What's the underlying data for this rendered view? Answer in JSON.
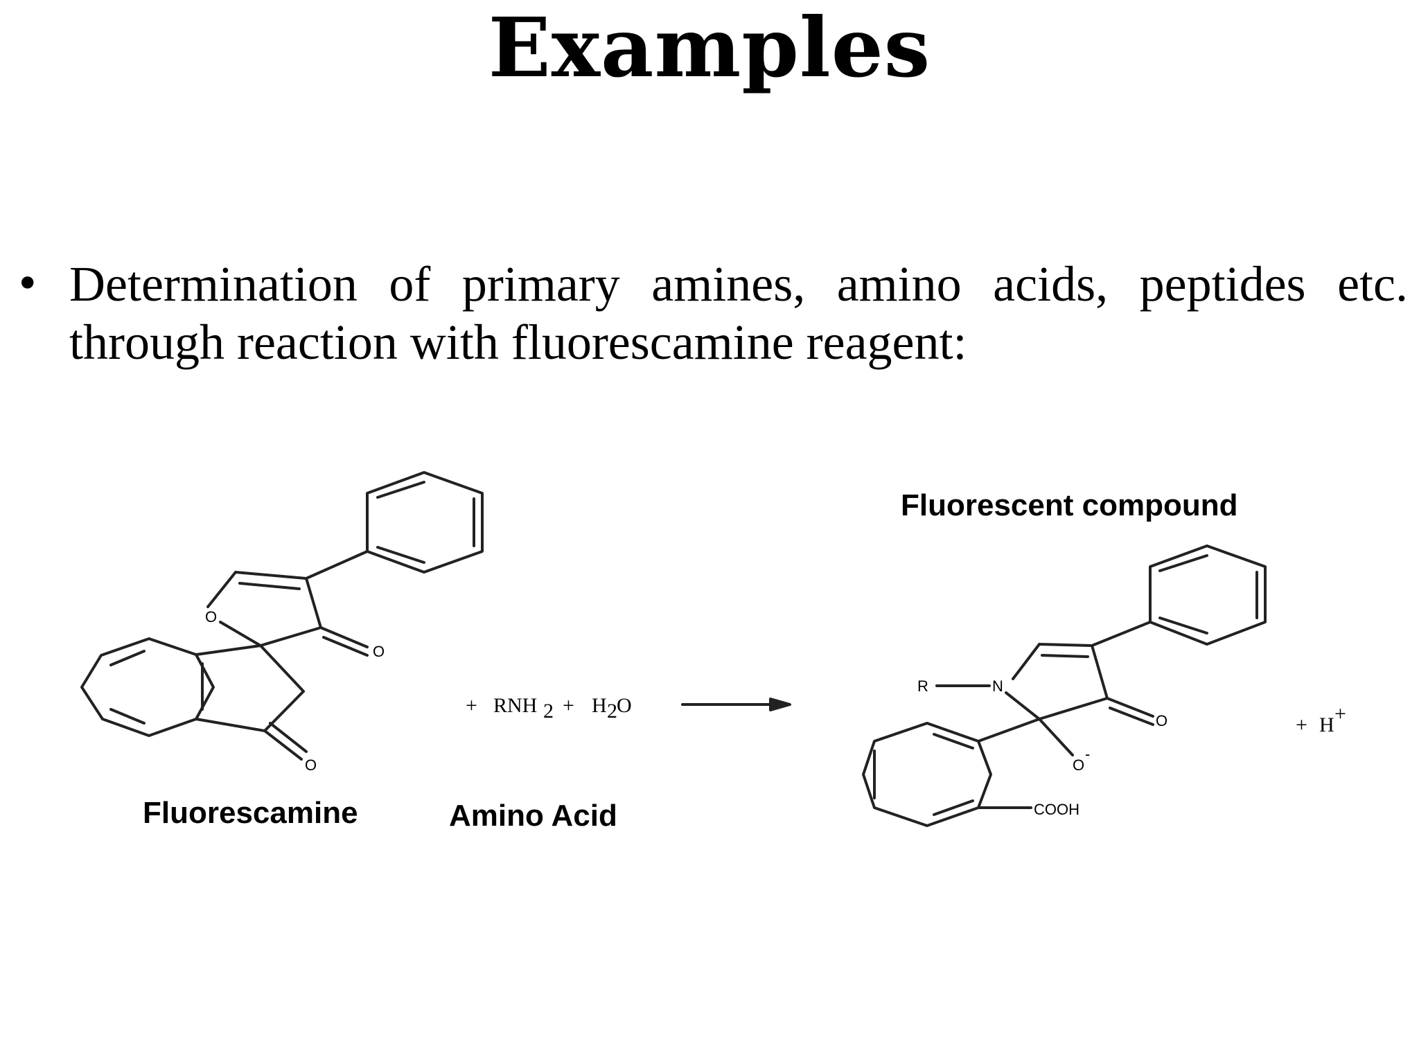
{
  "slide": {
    "title": "Examples",
    "bullet": "Determination of primary amines, amino acids, peptides etc. through reaction with fluorescamine reagent:"
  },
  "diagram": {
    "fluorescamine_label": "Fluorescamine",
    "amino_acid_label": "Amino Acid",
    "fluorescent_label": "Fluorescent compound",
    "reagent_plus1": "+",
    "reagent_rnh2": "RNH",
    "reagent_rnh2_sub": "2",
    "reagent_plus2": "+",
    "reagent_h2o_h": "H",
    "reagent_h2o_sub": "2",
    "reagent_h2o_o": "O",
    "product_plus": "+",
    "proton": "H",
    "proton_charge": "+",
    "atom_O_ring": "O",
    "atom_O_ketone1": "O",
    "atom_O_ketone2": "O",
    "atom_R": "R",
    "atom_N": "N",
    "atom_O_ketone3": "O",
    "atom_O_anion": "O",
    "atom_O_anion_charge": "-",
    "atom_COOH": "COOH"
  }
}
